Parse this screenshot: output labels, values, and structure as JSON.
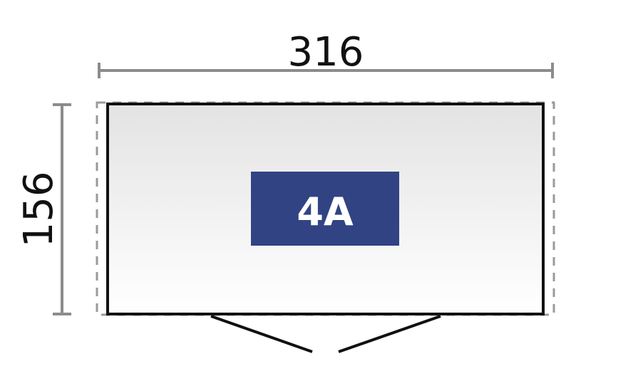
{
  "dimensions": {
    "width": "316",
    "height": "156"
  },
  "room": {
    "label": "4A"
  },
  "colors": {
    "outline": "#111111",
    "dimension_line": "#8c8c8c",
    "label_background": "#314383",
    "label_text": "#ffffff",
    "fill_top": "#e3e3e3",
    "fill_bottom": "#ffffff"
  }
}
